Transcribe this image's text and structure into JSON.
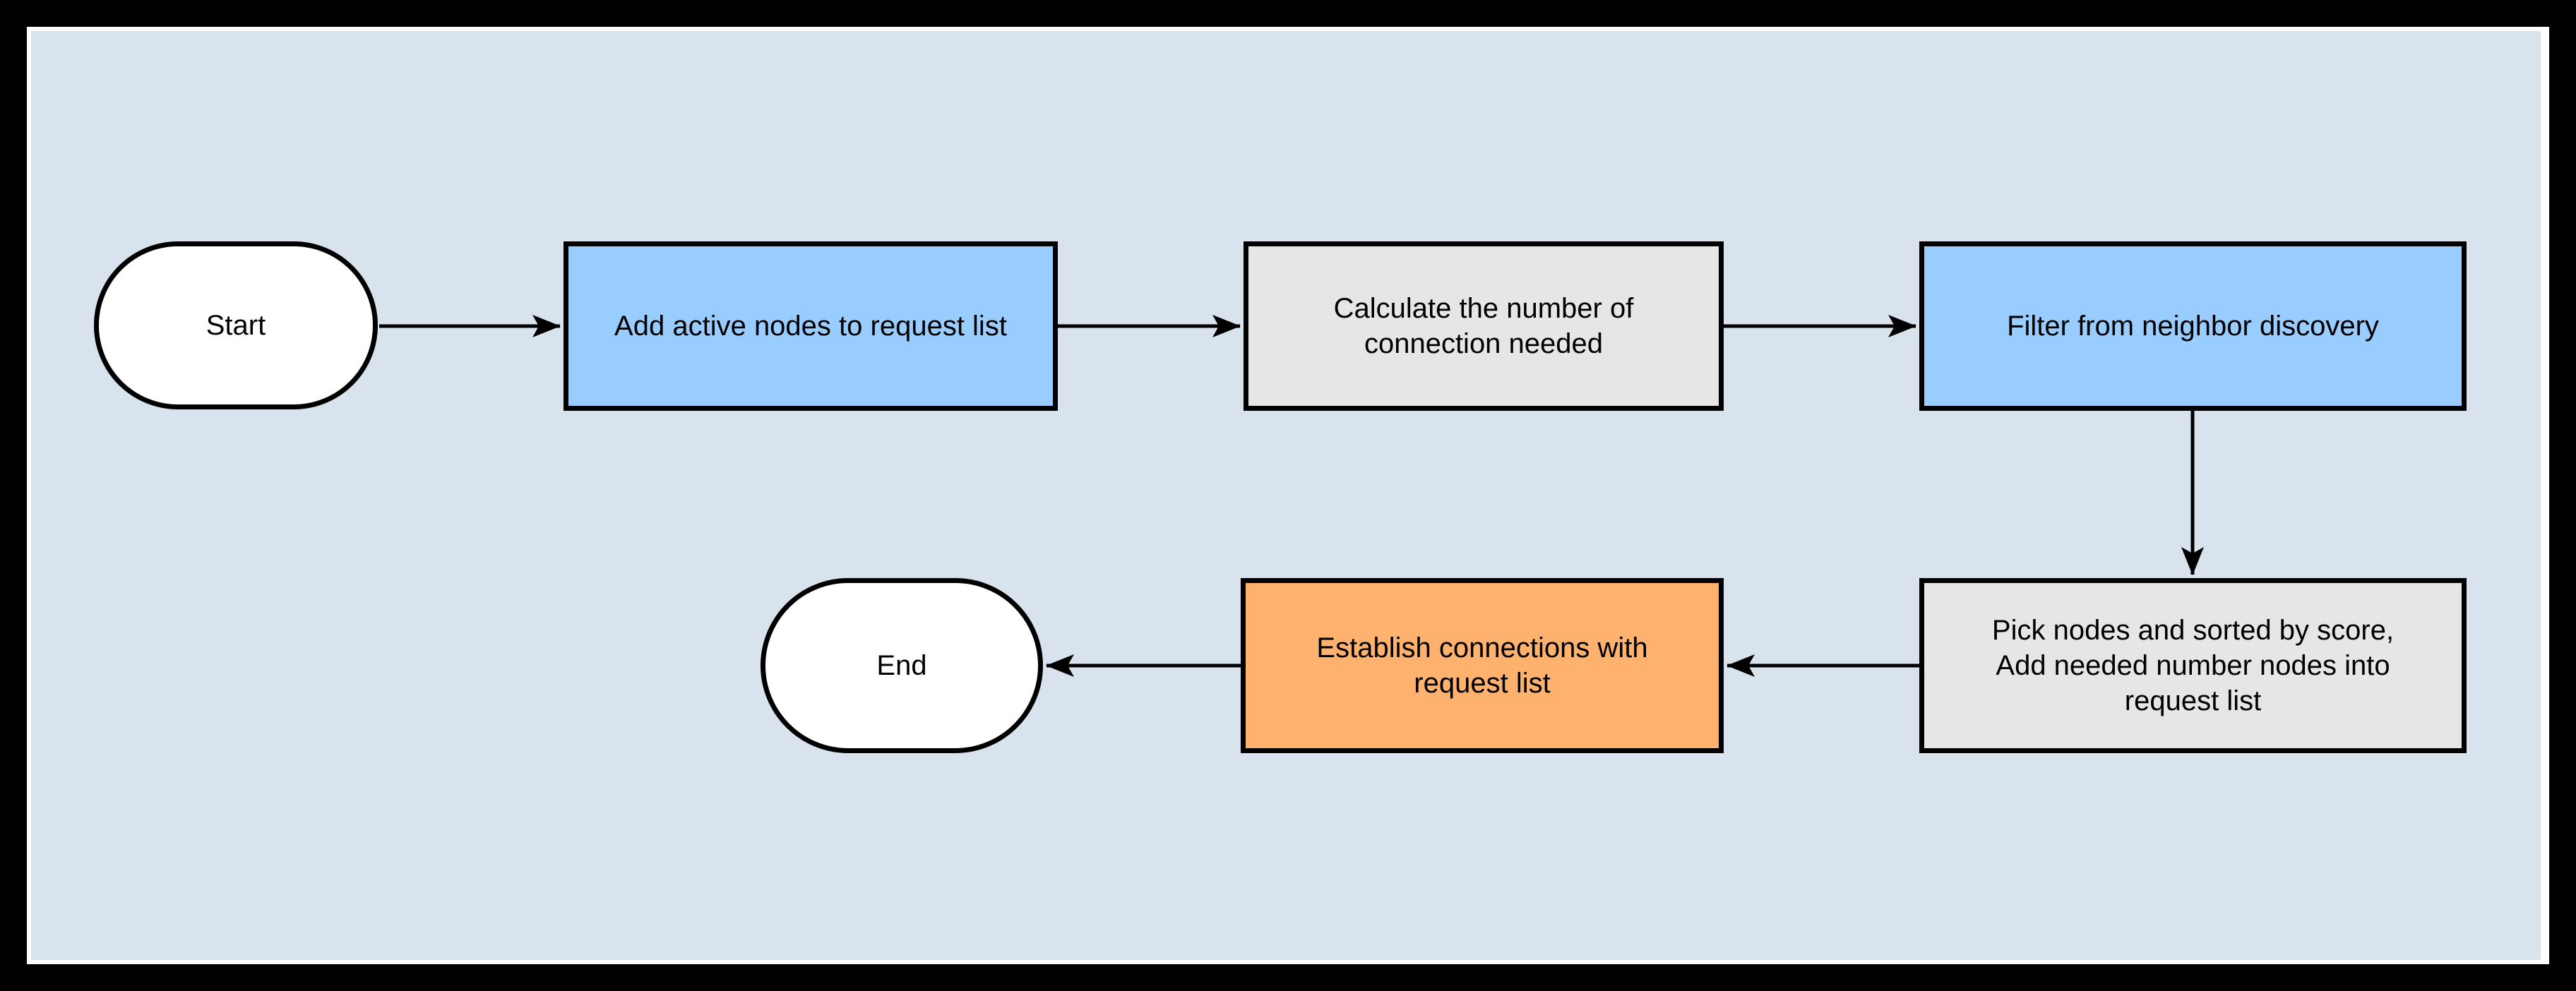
{
  "diagram": {
    "title": "connection-request-flowchart",
    "colors": {
      "canvas_background": "#d8e3ed",
      "outer_frame": "#000000",
      "white_mat": "#ffffff",
      "node_border": "#000000",
      "process_blue_fill": "#99ccff",
      "process_gray_fill": "#e6e6e6",
      "process_orange_fill": "#ffb26e",
      "terminator_fill": "#ffffff",
      "arrow_color": "#000000"
    },
    "nodes": [
      {
        "id": "start",
        "type": "terminator",
        "label": "Start",
        "fill": "#ffffff"
      },
      {
        "id": "add-active-nodes",
        "type": "process",
        "label": "Add active nodes to request list",
        "fill": "#99ccff"
      },
      {
        "id": "calculate-connections",
        "type": "process",
        "label": "Calculate the number of connection needed",
        "fill": "#e6e6e6"
      },
      {
        "id": "filter-neighbor-discovery",
        "type": "process",
        "label": "Filter from neighbor discovery",
        "fill": "#99ccff"
      },
      {
        "id": "pick-nodes",
        "type": "process",
        "label": "Pick nodes and sorted by score, Add needed number nodes into request list",
        "fill": "#e6e6e6"
      },
      {
        "id": "establish-connections",
        "type": "process",
        "label": "Establish connections with request list",
        "fill": "#ffb26e"
      },
      {
        "id": "end",
        "type": "terminator",
        "label": "End",
        "fill": "#ffffff"
      }
    ],
    "edges": [
      {
        "from": "start",
        "to": "add-active-nodes",
        "direction": "right"
      },
      {
        "from": "add-active-nodes",
        "to": "calculate-connections",
        "direction": "right"
      },
      {
        "from": "calculate-connections",
        "to": "filter-neighbor-discovery",
        "direction": "right"
      },
      {
        "from": "filter-neighbor-discovery",
        "to": "pick-nodes",
        "direction": "down"
      },
      {
        "from": "pick-nodes",
        "to": "establish-connections",
        "direction": "left"
      },
      {
        "from": "establish-connections",
        "to": "end",
        "direction": "left"
      }
    ]
  }
}
